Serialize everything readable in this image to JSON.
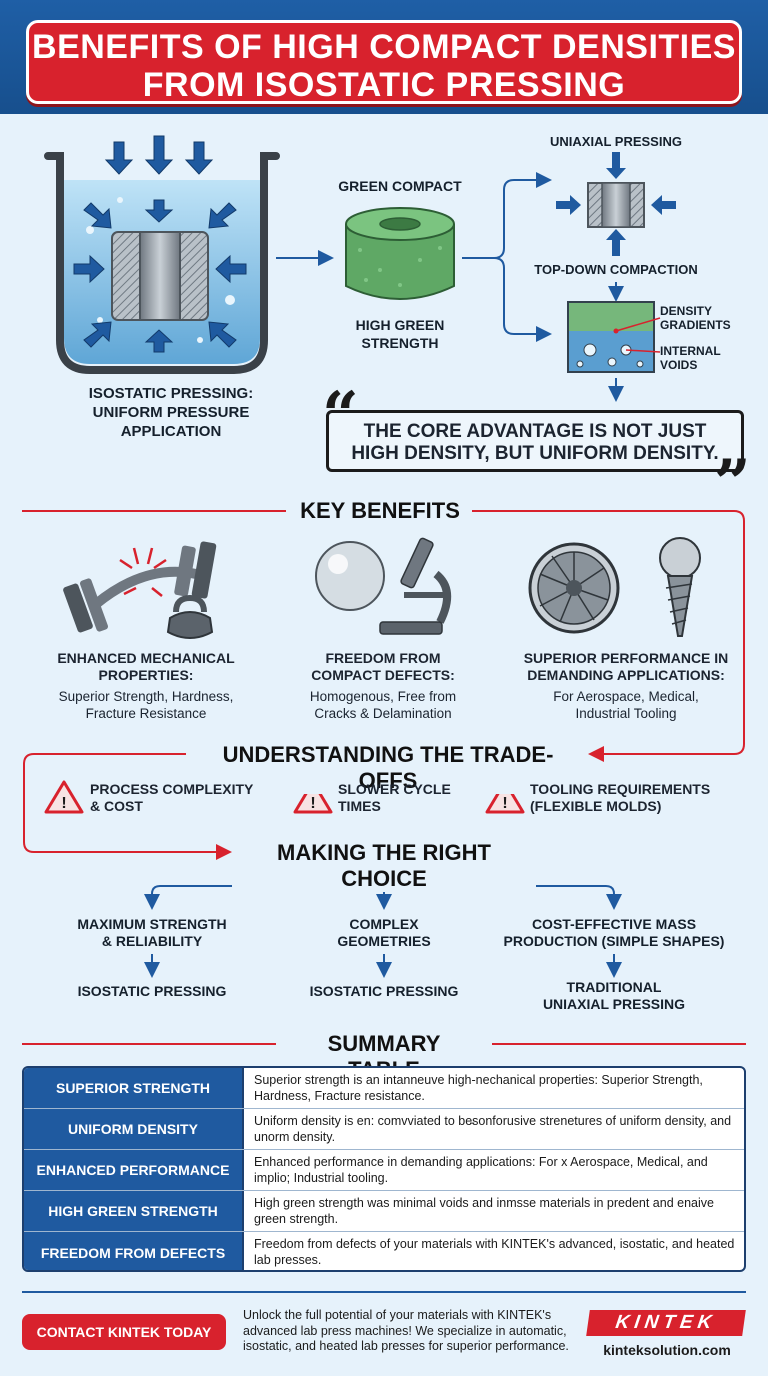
{
  "header": {
    "title_line1": "BENEFITS OF HIGH COMPACT DENSITIES",
    "title_line2": "FROM ISOSTATIC PRESSING"
  },
  "process": {
    "isostatic_caption": [
      "ISOSTATIC PRESSING:",
      "UNIFORM PRESSURE",
      "APPLICATION"
    ],
    "green_compact_label": "GREEN COMPACT",
    "green_strength": [
      "HIGH GREEN",
      "STRENGTH"
    ],
    "uniaxial_label": "UNIAXIAL PRESSING",
    "topdown_label": "TOP-DOWN COMPACTION",
    "density_gradients": [
      "DENSITY",
      "GRADIENTS"
    ],
    "internal_voids": [
      "INTERNAL",
      "VOIDS"
    ],
    "quote_line1": "THE CORE ADVANTAGE IS NOT JUST",
    "quote_line2": "HIGH DENSITY, BUT UNIFORM DENSITY."
  },
  "key_benefits": {
    "title": "KEY BENEFITS",
    "items": [
      {
        "title": [
          "ENHANCED MECHANICAL",
          "PROPERTIES:"
        ],
        "desc": [
          "Superior Strength, Hardness,",
          "Fracture Resistance"
        ],
        "icon": "dumbbell-icon"
      },
      {
        "title": [
          "FREEDOM FROM",
          "COMPACT DEFECTS:"
        ],
        "desc": [
          "Homogenous, Free from",
          "Cracks & Delamination"
        ],
        "icon": "microscope-icon"
      },
      {
        "title": [
          "SUPERIOR PERFORMANCE IN",
          "DEMANDING APPLICATIONS:"
        ],
        "desc": [
          "For Aerospace, Medical,",
          "Industrial Tooling"
        ],
        "icon": "turbine-icon"
      }
    ]
  },
  "tradeoffs": {
    "title": "UNDERSTANDING THE TRADE-OFFS",
    "items": [
      [
        "PROCESS COMPLEXITY",
        "& COST"
      ],
      [
        "SLOWER CYCLE",
        "TIMES"
      ],
      [
        "TOOLING REQUIREMENTS",
        "(FLEXIBLE MOLDS)"
      ]
    ]
  },
  "choice": {
    "title": "MAKING THE RIGHT CHOICE",
    "options": [
      {
        "need": [
          "MAXIMUM STRENGTH",
          "& RELIABILITY"
        ],
        "result": [
          "ISOSTATIC PRESSING"
        ]
      },
      {
        "need": [
          "COMPLEX",
          "GEOMETRIES"
        ],
        "result": [
          "ISOSTATIC PRESSING"
        ]
      },
      {
        "need": [
          "COST-EFFECTIVE MASS",
          "PRODUCTION (SIMPLE SHAPES)"
        ],
        "result": [
          "TRADITIONAL",
          "UNIAXIAL PRESSING"
        ]
      }
    ]
  },
  "summary": {
    "title": "SUMMARY TABLE",
    "rows": [
      {
        "head": "SUPERIOR STRENGTH",
        "text": "Superior strength is an intanneuve high-nechanical properties: Superior Strength, Hardness, Fracture resistance."
      },
      {
        "head": "UNIFORM DENSITY",
        "text": "Uniform density is en: comvviated to be̵sonforusive strenetures of uniform density, and unorm density."
      },
      {
        "head": "ENHANCED PERFORMANCE",
        "text": "Enhanced performance in demanding applications: For x Aerospace, Medical, and implio; Industrial tooling."
      },
      {
        "head": "HIGH GREEN STRENGTH",
        "text": "High green strength was minimal voids and inmsse materials in predent and enaive green strength."
      },
      {
        "head": "FREEDOM FROM DEFECTS",
        "text": "Freedom from defects of your materials with KINTEK's advanced, isostatic, and heated lab presses."
      }
    ]
  },
  "footer": {
    "contact_label": "CONTACT KINTEK TODAY",
    "text": "Unlock the full potential of your materials with KINTEK's advanced lab press machines! We specialize in automatic, isostatic, and heated lab presses for superior performance.",
    "logo": "KINTEK",
    "url": "kinteksolution.com"
  },
  "colors": {
    "brand_red": "#d8222d",
    "brand_blue": "#1f5aa0",
    "background": "#e6f2fb"
  }
}
